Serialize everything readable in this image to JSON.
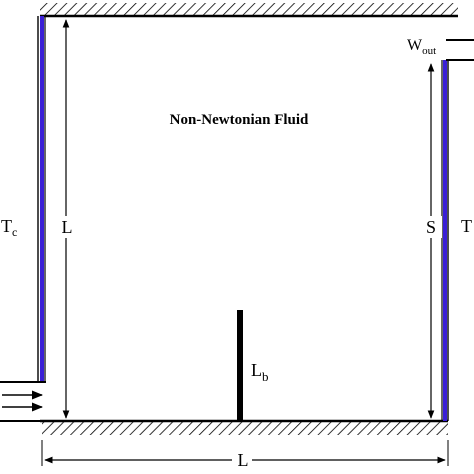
{
  "fluid_label": "Non-Newtonian Fluid",
  "left_wall_label": {
    "main": "T",
    "sub": "c"
  },
  "right_wall_label": {
    "main": "T"
  },
  "outlet_label": {
    "main": "W",
    "sub": "out"
  },
  "height_dim_label": "L",
  "width_dim_label": "L",
  "heated_span_label": "S",
  "baffle_label": {
    "main": "L",
    "sub": "b"
  },
  "colors": {
    "cold_wall": "#3a1fd6",
    "hot_wall": "#3a1fd6",
    "walls": "#000000",
    "background": "#ffffff"
  }
}
